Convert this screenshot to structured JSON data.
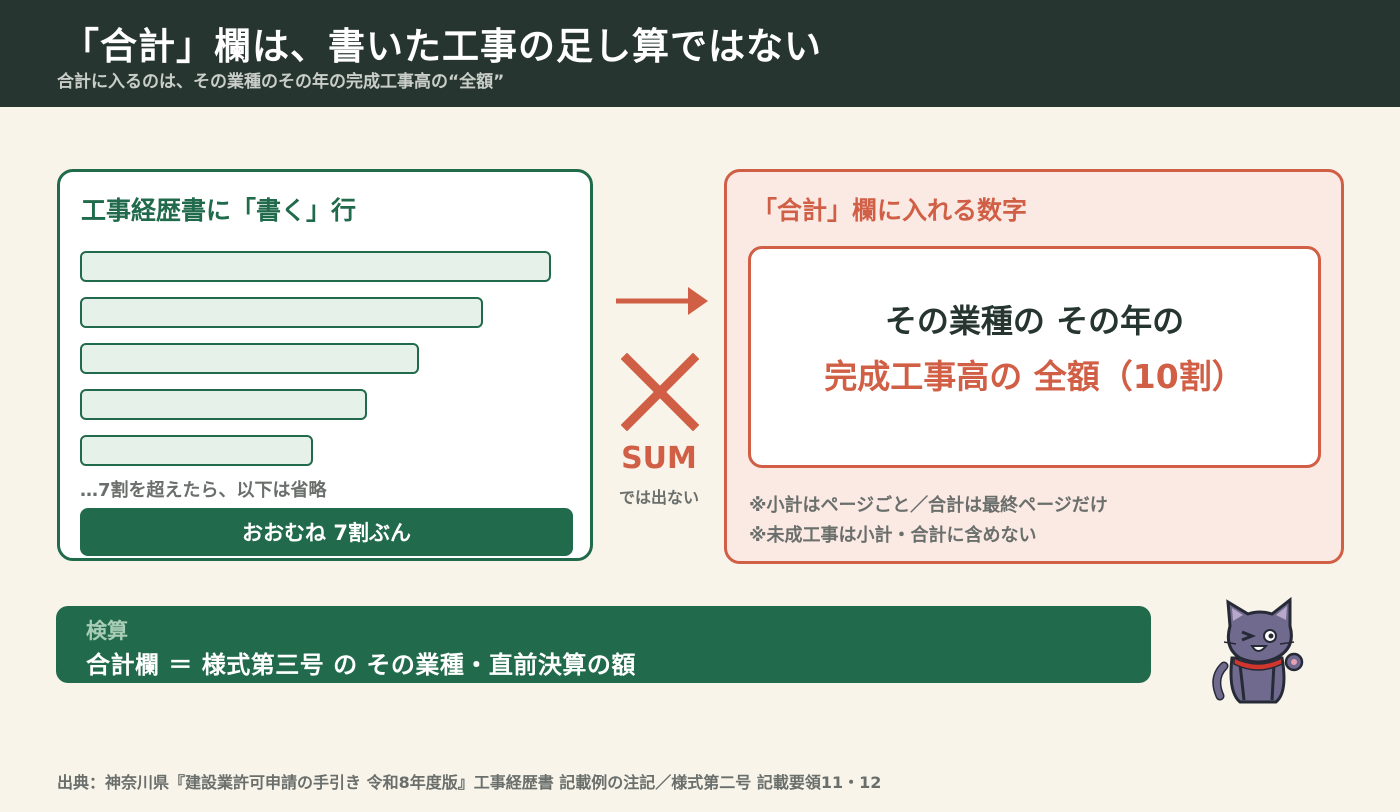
{
  "header": {
    "title": "「合計」欄は、書いた工事の足し算ではない",
    "subtitle": "合計に入るのは、その業種のその年の完成工事高の“全額”"
  },
  "left_panel": {
    "heading": "工事経歴書に「書く」行",
    "note": "…7割を超えたら、以下は省略",
    "summary": "おおむね 7割ぶん"
  },
  "middle": {
    "sum_label": "SUM",
    "sum_sub": "では出ない"
  },
  "right_panel": {
    "heading": "「合計」欄に入れる数字",
    "answer_line1": "その業種の その年の",
    "answer_line2": "完成工事高の 全額（10割）",
    "notes": [
      "※小計はページごと／合計は最終ページだけ",
      "※未成工事は小計・合計に含めない"
    ]
  },
  "check": {
    "label": "検算",
    "formula": "合計欄 ＝ 様式第三号 の その業種・直前決算の額"
  },
  "source": "出典：神奈川県『建設業許可申請の手引き 令和8年度版』工事経歴書 記載例の注記／様式第二号 記載要領11・12",
  "colors": {
    "header_bg": "#263530",
    "green": "#216b4c",
    "red": "#d05f46",
    "background": "#f8f4ea"
  }
}
